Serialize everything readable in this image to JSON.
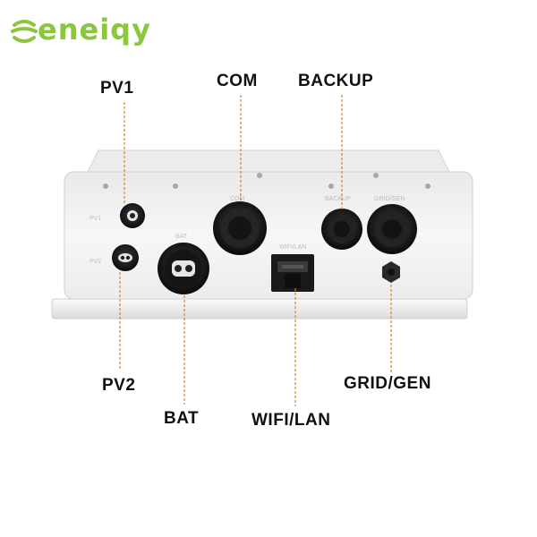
{
  "brand": {
    "name": "eneiqy",
    "color": "#8cc63f"
  },
  "callouts": {
    "pv1": "PV1",
    "com": "COM",
    "backup": "BACKUP",
    "pv2": "PV2",
    "bat": "BAT",
    "wifi_lan": "WIFI/LAN",
    "grid_gen": "GRID/GEN"
  },
  "engraved": {
    "pv1": "PV1",
    "pv2": "PV2",
    "bat": "BAT",
    "com": "COM",
    "backup": "BACKUP",
    "grid_gen": "GRID/GEN",
    "wifi_lan": "WIFI/LAN"
  },
  "colors": {
    "leader_line": "#d9822b",
    "housing": "#f1f1f1",
    "port": "#1a1a1a"
  }
}
